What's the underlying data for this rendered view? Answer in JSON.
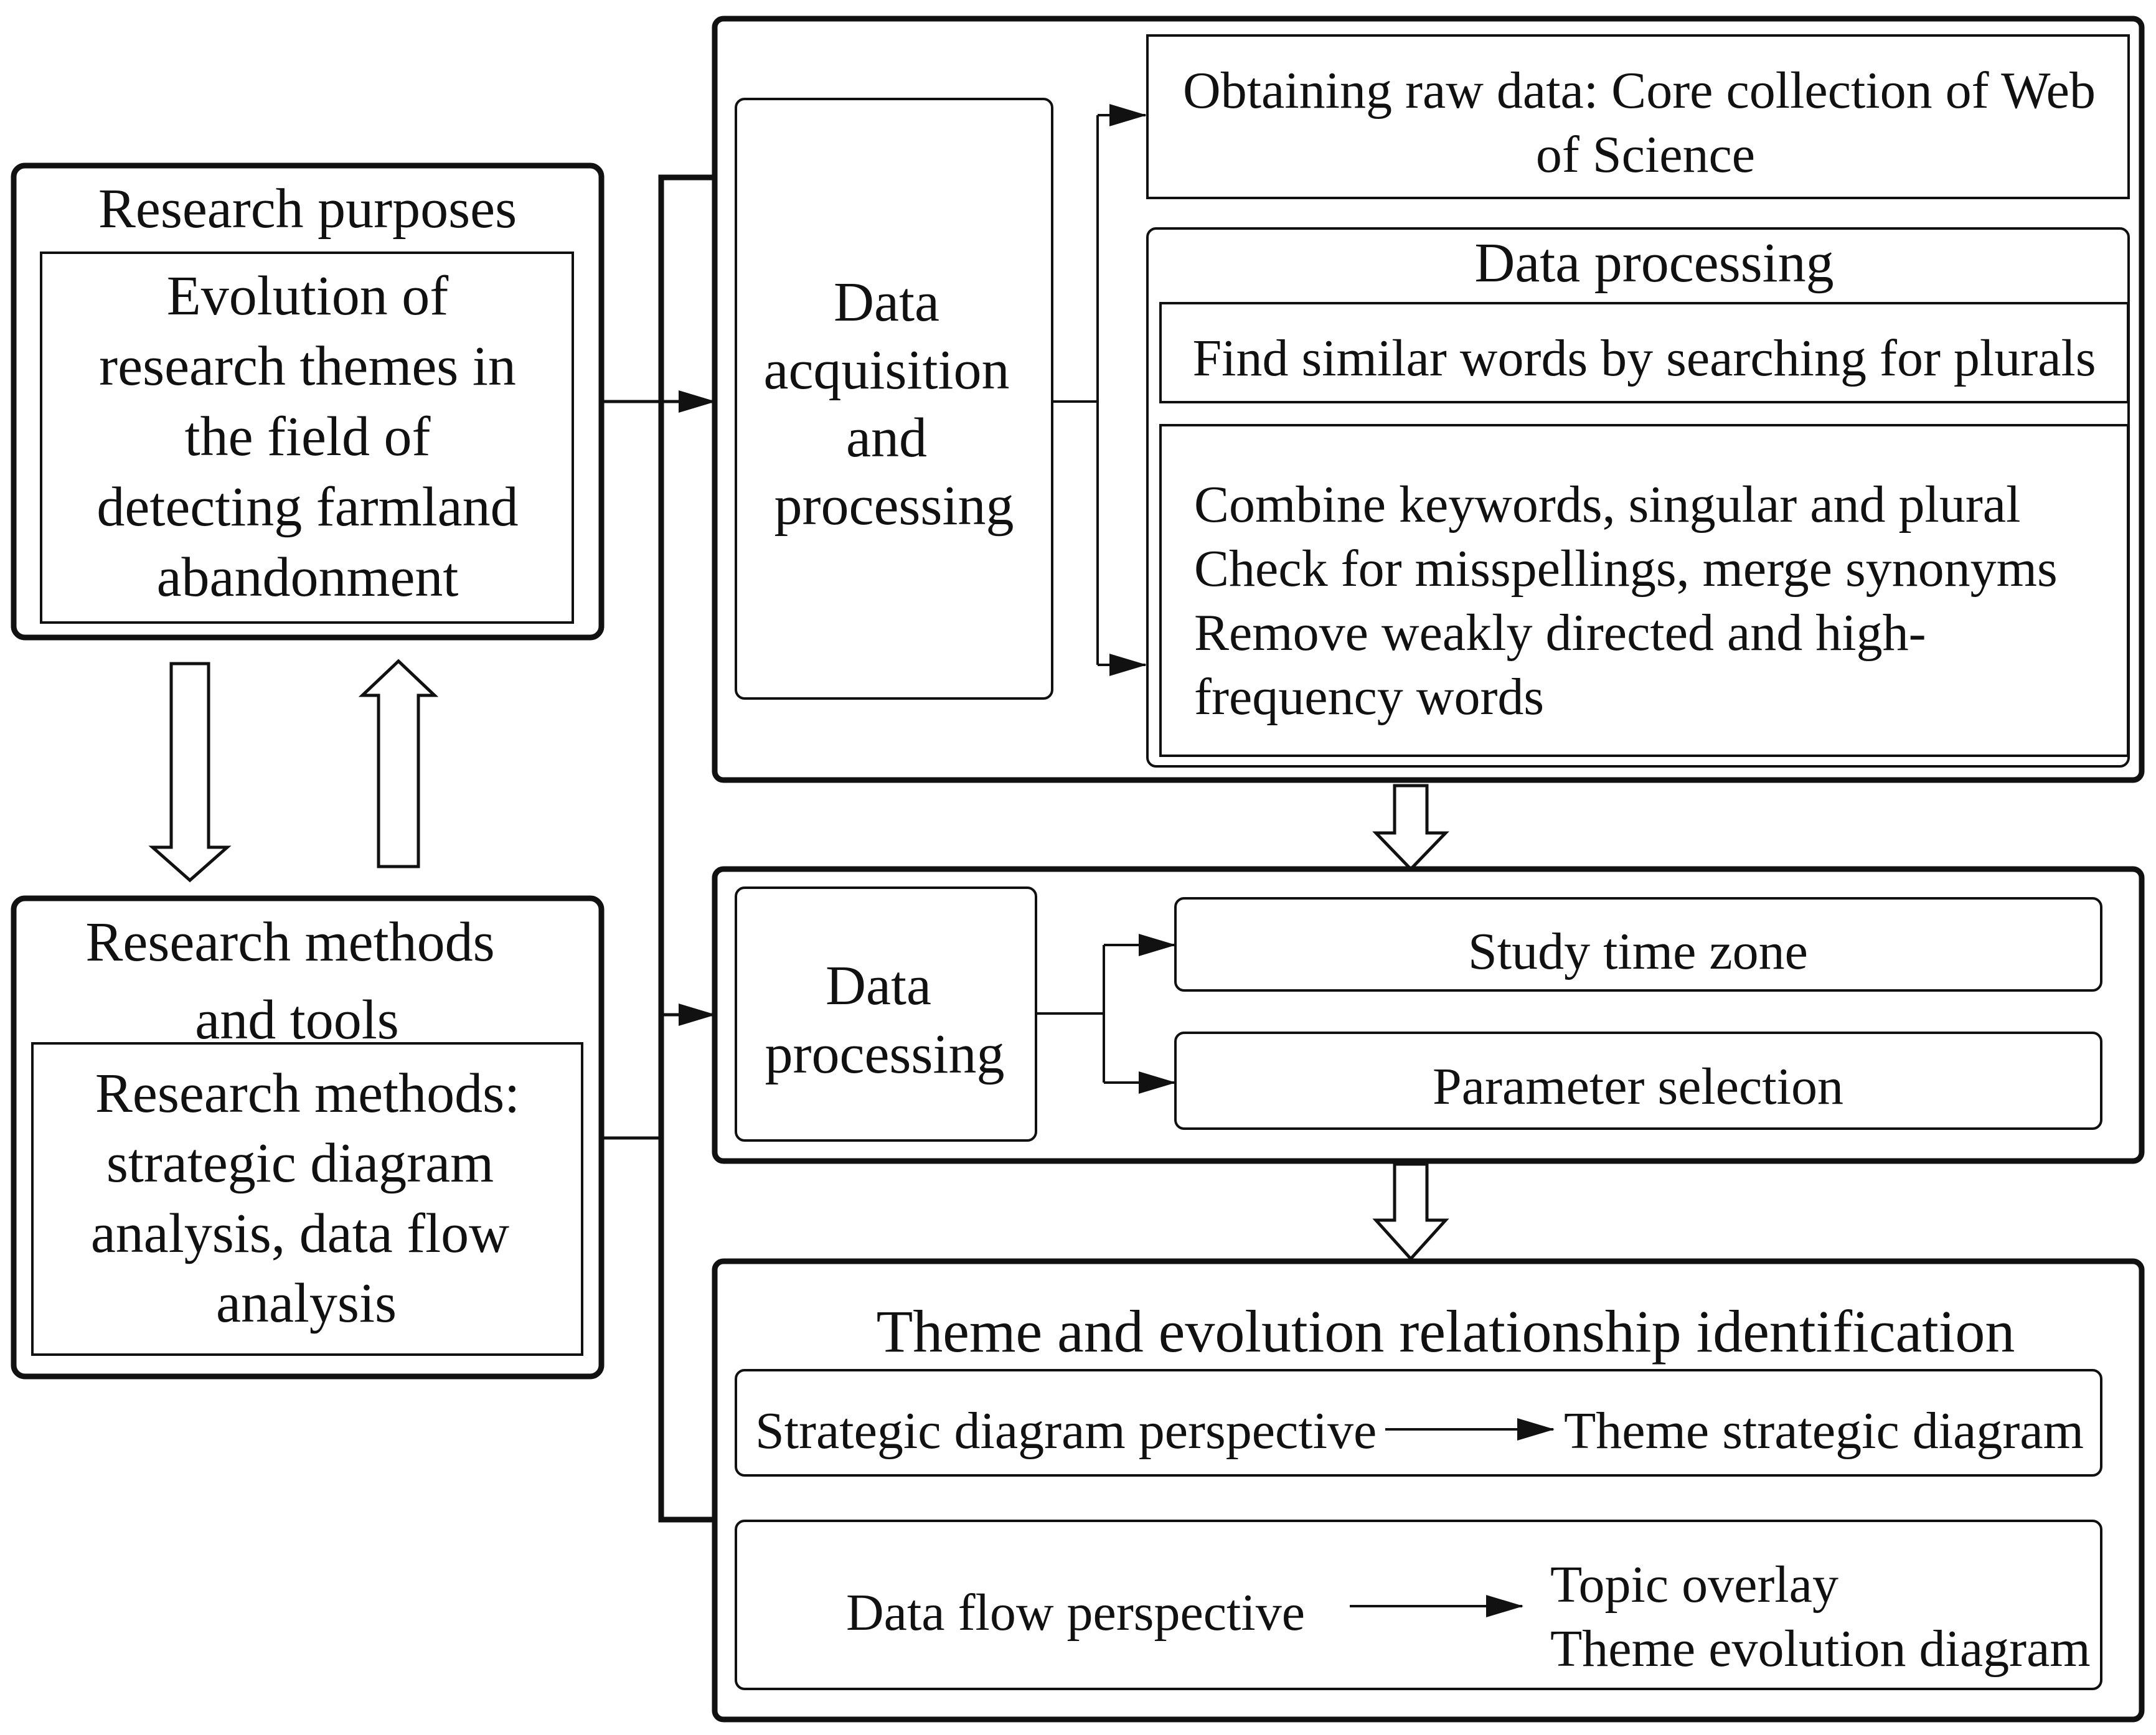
{
  "research_purposes": {
    "title": "Research purposes",
    "body": [
      "Evolution of",
      "research themes in",
      "the field of",
      "detecting farmland",
      "abandonment"
    ]
  },
  "research_methods": {
    "title": [
      "Research methods",
      "and tools"
    ],
    "body": [
      "Research methods:",
      "strategic diagram",
      "analysis, data flow",
      "analysis"
    ]
  },
  "acquisition": {
    "label": [
      "Data",
      "acquisition",
      "and",
      "processing"
    ],
    "raw_data": [
      "Obtaining raw data: Core collection of Web",
      "of Science"
    ],
    "processing_title": "Data processing",
    "plurals": "Find similar words by searching for plurals",
    "steps": [
      "Combine keywords, singular and plural",
      "Check for misspellings, merge synonyms",
      "Remove weakly directed and high-",
      "frequency words"
    ]
  },
  "processing": {
    "label": [
      "Data",
      "processing"
    ],
    "time_zone": "Study time zone",
    "parameter": "Parameter selection"
  },
  "theme": {
    "title": "Theme and evolution relationship identification",
    "strategic_left": "Strategic diagram perspective",
    "strategic_right": "Theme strategic diagram",
    "dataflow_left": "Data flow perspective",
    "dataflow_right": [
      "Topic overlay",
      "Theme evolution diagram"
    ]
  },
  "colors": {
    "stroke": "#111111",
    "background": "#ffffff"
  }
}
